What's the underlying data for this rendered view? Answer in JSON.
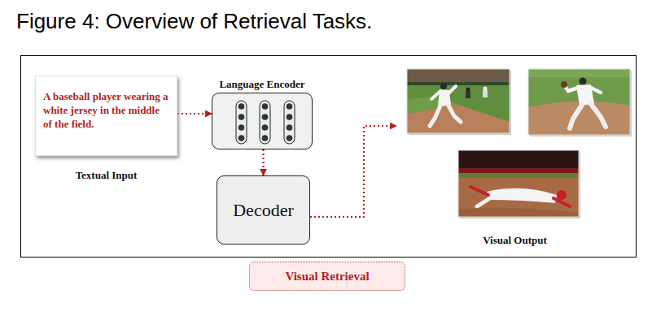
{
  "diagram": {
    "title": "Figure 4: Overview of Retrieval Tasks.",
    "nodes": [
      {
        "text": [
          "A baseball player wearing a white jersey in the middle of the field.",
          "Textual Input"
        ]
      },
      {
        "text": [
          "Language Encoder"
        ]
      },
      {
        "text": [
          "Decoder"
        ]
      },
      {
        "text": [
          "Visual Output"
        ]
      },
      {
        "text": [
          "Visual Retrieval"
        ]
      }
    ],
    "edges": [
      {
        "from": 0,
        "to": 1,
        "arrow": "to"
      },
      {
        "from": 1,
        "to": 2,
        "arrow": "to"
      },
      {
        "from": 2,
        "to": 3,
        "arrow": "to"
      }
    ]
  }
}
